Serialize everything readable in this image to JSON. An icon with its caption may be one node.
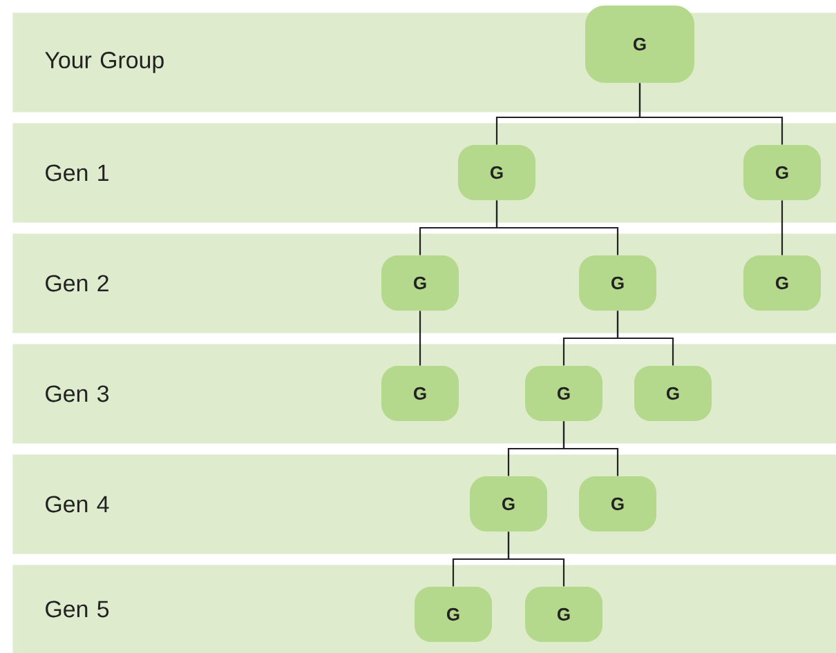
{
  "diagram": {
    "nodes": [
      {
        "text": [
          "Your Group"
        ]
      },
      {
        "text": [
          "Gen 1"
        ]
      },
      {
        "text": [
          "Gen 2"
        ]
      },
      {
        "text": [
          "Gen 3"
        ]
      },
      {
        "text": [
          "Gen 4"
        ]
      },
      {
        "text": [
          "Gen 5"
        ]
      },
      {
        "text": [
          "G"
        ],
        "in": 0
      },
      {
        "text": [
          "G"
        ],
        "in": 1
      },
      {
        "text": [
          "G"
        ],
        "in": 1
      },
      {
        "text": [
          "G"
        ],
        "in": 2
      },
      {
        "text": [
          "G"
        ],
        "in": 2
      },
      {
        "text": [
          "G"
        ],
        "in": 2
      },
      {
        "text": [
          "G"
        ],
        "in": 3
      },
      {
        "text": [
          "G"
        ],
        "in": 3
      },
      {
        "text": [
          "G"
        ],
        "in": 3
      },
      {
        "text": [
          "G"
        ],
        "in": 4
      },
      {
        "text": [
          "G"
        ],
        "in": 4
      },
      {
        "text": [
          "G"
        ],
        "in": 5
      },
      {
        "text": [
          "G"
        ],
        "in": 5
      }
    ],
    "edges": [
      {
        "from": 6,
        "to": 7,
        "arrow": "none"
      },
      {
        "from": 6,
        "to": 8,
        "arrow": "none"
      },
      {
        "from": 7,
        "to": 9,
        "arrow": "none"
      },
      {
        "from": 7,
        "to": 10,
        "arrow": "none"
      },
      {
        "from": 8,
        "to": 11,
        "arrow": "none"
      },
      {
        "from": 9,
        "to": 12,
        "arrow": "none"
      },
      {
        "from": 10,
        "to": 13,
        "arrow": "none"
      },
      {
        "from": 10,
        "to": 14,
        "arrow": "none"
      },
      {
        "from": 13,
        "to": 15,
        "arrow": "none"
      },
      {
        "from": 13,
        "to": 16,
        "arrow": "none"
      },
      {
        "from": 15,
        "to": 17,
        "arrow": "none"
      },
      {
        "from": 15,
        "to": 18,
        "arrow": "none"
      }
    ]
  }
}
